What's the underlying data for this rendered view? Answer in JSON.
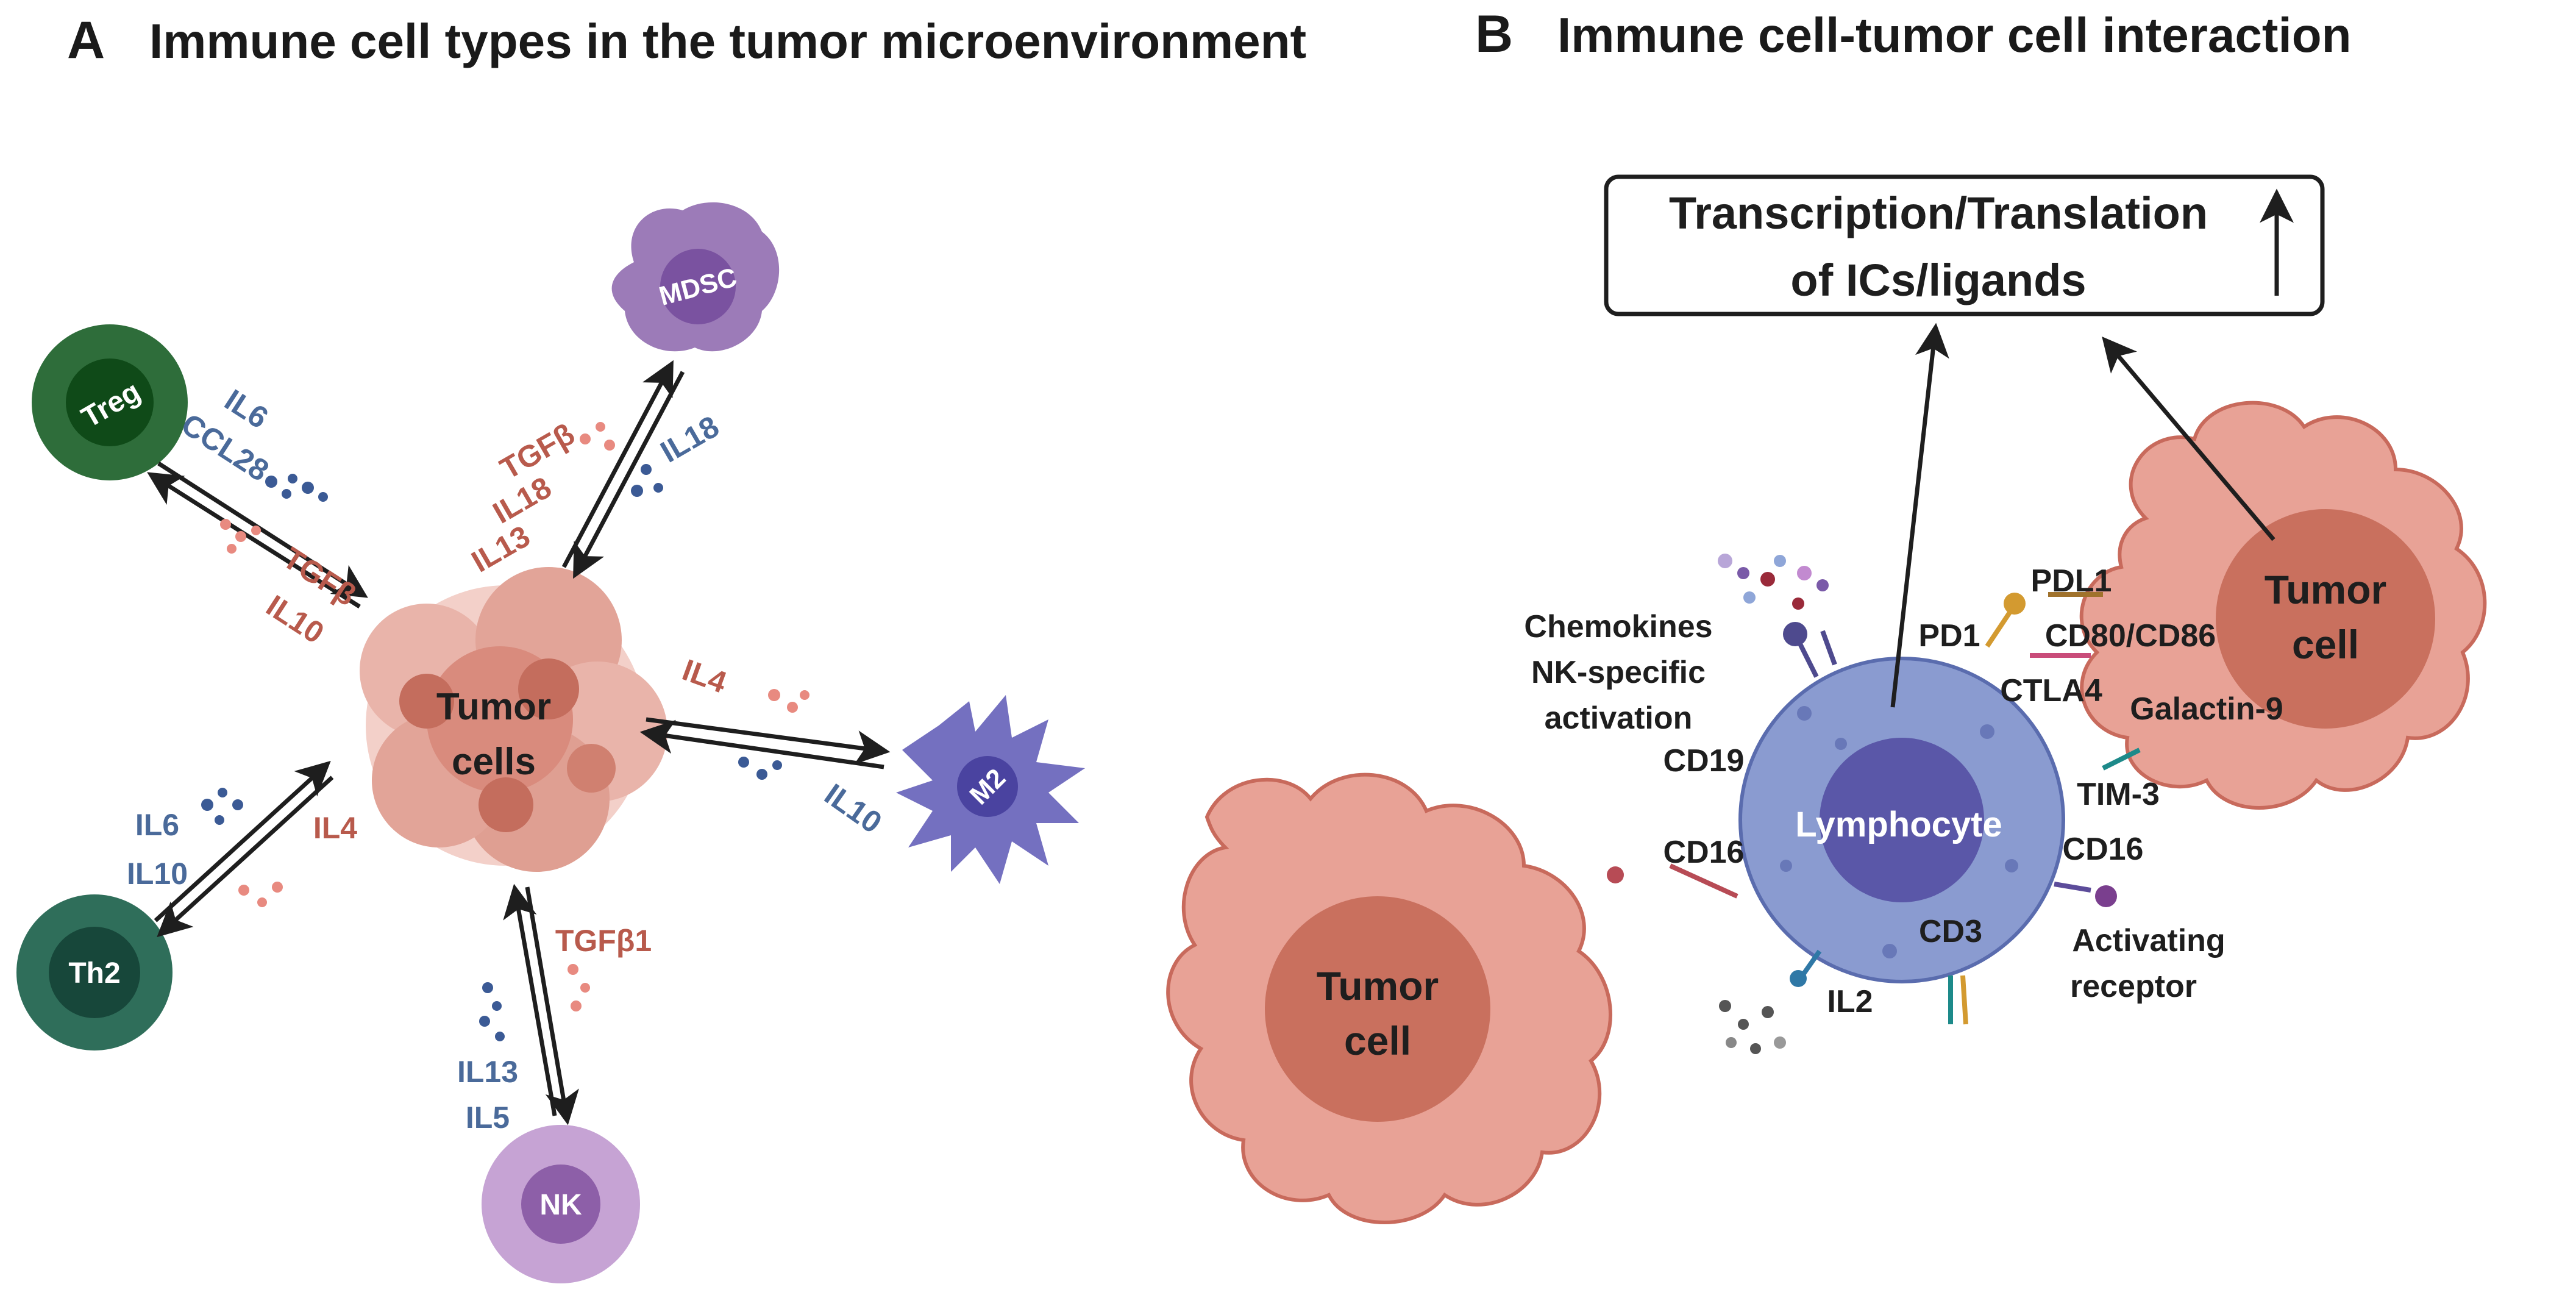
{
  "panel_a": {
    "letter": "A",
    "title": "Immune cell types in the tumor microenvironment",
    "center": "Tumor\ncells",
    "cells": {
      "treg": "Treg",
      "mdsc": "MDSC",
      "m2": "M2",
      "th2": "Th2",
      "nk": "NK"
    },
    "cytokines": {
      "treg_to_tumor": [
        "IL6",
        "CCL28"
      ],
      "tumor_to_treg": [
        "TGFβ",
        "IL10"
      ],
      "tumor_to_mdsc": [
        "TGFβ",
        "IL18",
        "IL13"
      ],
      "mdsc_to_tumor": [
        "IL18"
      ],
      "tumor_to_m2": [
        "IL4"
      ],
      "m2_to_tumor": [
        "IL10"
      ],
      "th2_to_tumor": [
        "IL6",
        "IL10"
      ],
      "tumor_to_th2": [
        "IL4"
      ],
      "tumor_to_nk": [
        "TGFβ1"
      ],
      "nk_to_tumor": [
        "IL13",
        "IL5"
      ]
    }
  },
  "panel_b": {
    "letter": "B",
    "title": "Immune cell-tumor cell interaction",
    "box": "Transcription/Translation\nof ICs/ligands",
    "lymphocyte": "Lymphocyte",
    "tumor_left": "Tumor\ncell",
    "tumor_right": "Tumor\ncell",
    "labels": {
      "chemokines": "Chemokines",
      "nk_specific": "NK-specific",
      "activation": "activation",
      "cd19": "CD19",
      "cd16_left": "CD16",
      "pd1": "PD1",
      "pdl1": "PDL1",
      "cd80_cd86": "CD80/CD86",
      "ctla4": "CTLA4",
      "galactin9": "Galactin-9",
      "tim3": "TIM-3",
      "cd16_right": "CD16",
      "cd3": "CD3",
      "il2": "IL2",
      "activating": "Activating",
      "receptor": "receptor"
    }
  },
  "colors": {
    "arrow": "#1e1e1e",
    "cytokine_red": "#b85a4c",
    "cytokine_blue": "#4a6a9a",
    "tumor_fill": "#e8a296",
    "tumor_nucleus": "#c9705e",
    "lymphocyte_fill": "#8a9bd0",
    "lymphocyte_nucleus": "#5a57a8",
    "treg": "#2e6d3a",
    "th2": "#2f6e5a",
    "mdsc": "#9c7bb8",
    "m2": "#7470c0",
    "nk": "#c6a3d4"
  }
}
